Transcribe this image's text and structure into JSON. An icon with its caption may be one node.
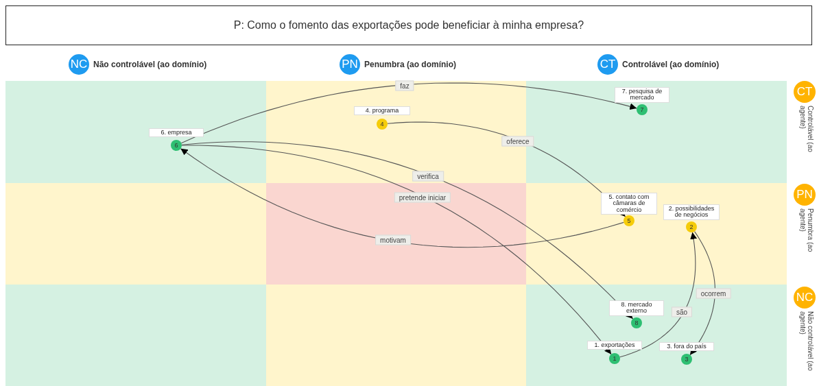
{
  "diagram": {
    "title": "P: Como o fomento das exportações pode beneficiar à minha empresa?",
    "nodes": [
      {
        "text": [
          "NC"
        ],
        "beside": [
          "Não controlável (ao domínio)"
        ]
      },
      {
        "text": [
          "PN"
        ],
        "beside": [
          "Penumbra (ao domínio)"
        ]
      },
      {
        "text": [
          "CT"
        ],
        "beside": [
          "Controlável (ao domínio)"
        ]
      },
      {
        "text": [
          "CT"
        ],
        "beside": [
          "Controlável (ao agente)"
        ]
      },
      {
        "text": [
          "PN"
        ],
        "beside": [
          "Penumbra (ao agente)"
        ]
      },
      {
        "text": [
          "NC"
        ],
        "beside": [
          "Não controlável (ao agente)"
        ]
      },
      {
        "text": [
          "1. exportações",
          "1"
        ]
      },
      {
        "text": [
          "2. possibilidades de negócios",
          "2"
        ]
      },
      {
        "text": [
          "3. fora do país",
          "3"
        ]
      },
      {
        "text": [
          "4. programa",
          "4"
        ]
      },
      {
        "text": [
          "5. contato com câmaras de comércio",
          "5"
        ]
      },
      {
        "text": [
          "6. empresa",
          "6"
        ]
      },
      {
        "text": [
          "7. pesquisa de mercado",
          "7"
        ]
      },
      {
        "text": [
          "8. mercado externo",
          "8"
        ]
      }
    ],
    "edges": [
      {
        "from": 11,
        "to": 12,
        "arrow": "to",
        "label": "faz"
      },
      {
        "from": 9,
        "to": 10,
        "arrow": "to",
        "label": "oferece"
      },
      {
        "from": 11,
        "to": 13,
        "arrow": "to",
        "label": "verifica"
      },
      {
        "from": 11,
        "to": 6,
        "arrow": "to",
        "label": "pretende iniciar"
      },
      {
        "from": 10,
        "to": 11,
        "arrow": "to",
        "label": "motivam"
      },
      {
        "from": 6,
        "to": 7,
        "arrow": "to",
        "label": "são"
      },
      {
        "from": 7,
        "to": 8,
        "arrow": "to",
        "label": "ocorrem"
      }
    ]
  }
}
